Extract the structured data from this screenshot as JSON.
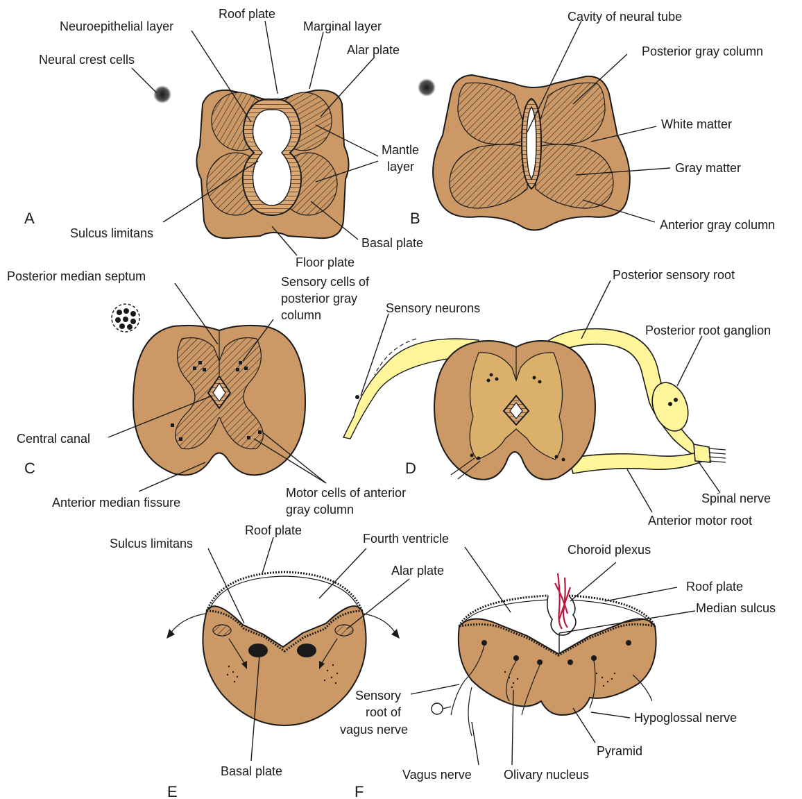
{
  "colors": {
    "tissue": "#CC9966",
    "tissue_light": "#DBB06A",
    "nerve_yellow": "#FFF59A",
    "choroid_red": "#C0143C",
    "line": "#1A1A1A"
  },
  "panels": {
    "A": {
      "letter": "A",
      "labels": {
        "roof_plate": "Roof plate",
        "neuroepithelial_layer": "Neuroepithelial layer",
        "marginal_layer": "Marginal layer",
        "neural_crest_cells": "Neural crest cells",
        "alar_plate": "Alar plate",
        "mantle_line1": "Mantle",
        "mantle_line2": "layer",
        "sulcus_limitans": "Sulcus limitans",
        "basal_plate": "Basal plate",
        "floor_plate": "Floor plate"
      }
    },
    "B": {
      "letter": "B",
      "labels": {
        "cavity": "Cavity of neural tube",
        "posterior_gray_column": "Posterior gray column",
        "white_matter": "White matter",
        "gray_matter": "Gray matter",
        "anterior_gray_column": "Anterior gray column"
      }
    },
    "C": {
      "letter": "C",
      "labels": {
        "posterior_median_septum": "Posterior median septum",
        "sensory_cells_line1": "Sensory cells of",
        "sensory_cells_line2": "posterior gray",
        "sensory_cells_line3": "column",
        "central_canal": "Central canal",
        "anterior_median_fissure": "Anterior median fissure",
        "motor_cells_line1": "Motor cells of anterior",
        "motor_cells_line2": "gray column"
      }
    },
    "D": {
      "letter": "D",
      "labels": {
        "posterior_sensory_root": "Posterior sensory root",
        "sensory_neurons": "Sensory neurons",
        "posterior_root_ganglion": "Posterior root ganglion",
        "spinal_nerve": "Spinal nerve",
        "anterior_motor_root": "Anterior motor root"
      }
    },
    "E": {
      "letter": "E",
      "labels": {
        "sulcus_limitans": "Sulcus limitans",
        "roof_plate": "Roof plate",
        "alar_plate": "Alar plate",
        "basal_plate": "Basal plate"
      }
    },
    "F": {
      "letter": "F",
      "labels": {
        "fourth_ventricle": "Fourth ventricle",
        "choroid_plexus": "Choroid plexus",
        "roof_plate": "Roof plate",
        "median_sulcus": "Median sulcus",
        "sensory_root_line1": "Sensory",
        "sensory_root_line2": "root of",
        "sensory_root_line3": "vagus nerve",
        "hypoglossal_nerve": "Hypoglossal nerve",
        "pyramid": "Pyramid",
        "vagus_nerve": "Vagus nerve",
        "olivary_nucleus": "Olivary nucleus"
      }
    }
  }
}
